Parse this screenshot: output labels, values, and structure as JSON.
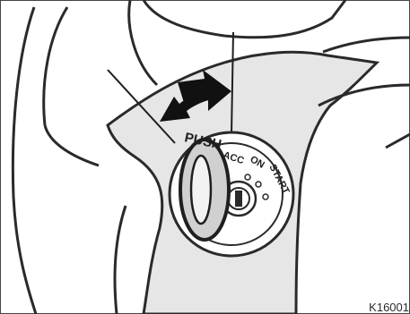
{
  "labels": {
    "push": "PUSH",
    "acc": "ACC",
    "on": "ON",
    "start": "START"
  },
  "figure_code": "K16001",
  "colors": {
    "background": "#ffffff",
    "line": "#2a2a2a",
    "column_fill": "#e6e6e6",
    "key_fill": "#d0d0d0",
    "arrow": "#111111"
  }
}
